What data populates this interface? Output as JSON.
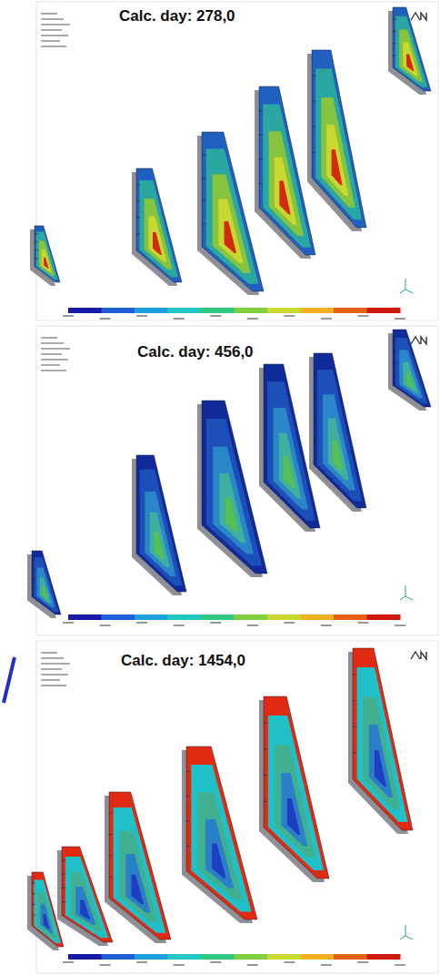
{
  "diagram": {
    "labels": [
      "Calc. day: 278,0",
      "Calc. day: 456,0",
      "Calc. day: 1454,0"
    ]
  }
}
